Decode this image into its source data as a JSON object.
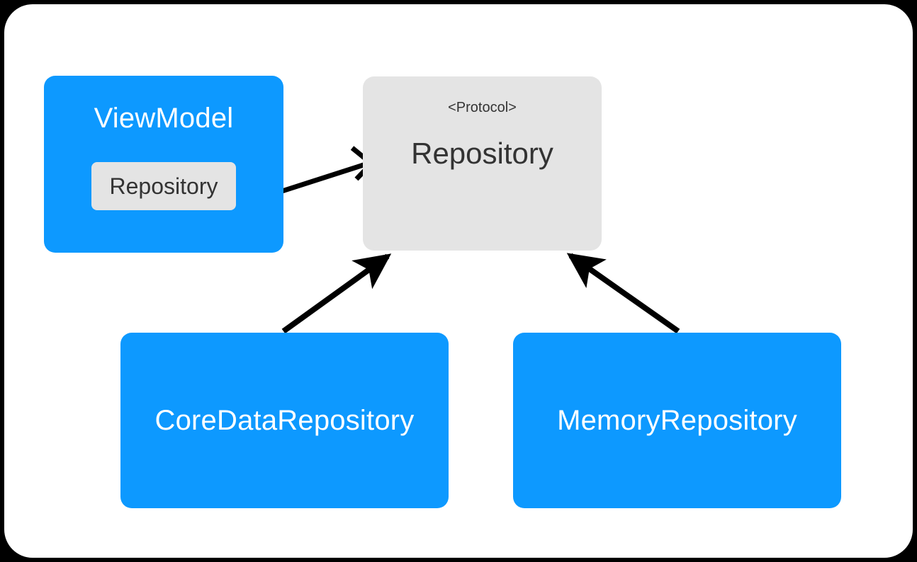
{
  "frame": {
    "background_color": "#000000",
    "card_color": "#ffffff",
    "corner_radius": 40
  },
  "palette": {
    "blue": "#0d99ff",
    "gray": "#e4e4e4",
    "text_dark": "#333333",
    "text_light": "#ffffff",
    "arrow": "#000000"
  },
  "diagram": {
    "type": "class-dependency-diagram",
    "nodes": [
      {
        "id": "viewmodel",
        "label": "ViewModel",
        "style": "blue",
        "property_chip": "Repository"
      },
      {
        "id": "protocol",
        "label": "Repository",
        "stereotype": "<Protocol>",
        "style": "gray"
      },
      {
        "id": "coredata",
        "label": "CoreDataRepository",
        "style": "blue"
      },
      {
        "id": "memory",
        "label": "MemoryRepository",
        "style": "blue"
      }
    ],
    "edges": [
      {
        "from": "viewmodel",
        "to": "protocol",
        "head": "open"
      },
      {
        "from": "coredata",
        "to": "protocol",
        "head": "filled"
      },
      {
        "from": "memory",
        "to": "protocol",
        "head": "filled"
      }
    ]
  }
}
